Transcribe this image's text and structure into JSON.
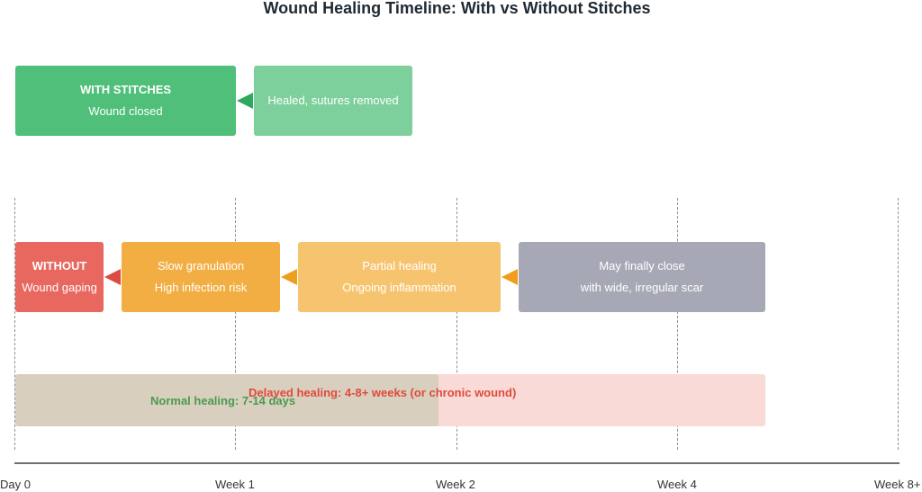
{
  "title": "Wound Healing Timeline: With vs Without Stitches",
  "with_row": {
    "start_box": {
      "title": "WITH STITCHES",
      "subtitle": "Wound closed",
      "color": "#4fbf7a"
    },
    "end_box": {
      "text": "Healed, sutures removed",
      "color": "#7dcf9c"
    },
    "arrow_color": "#2ea85c"
  },
  "without_row": {
    "start_box": {
      "title": "WITHOUT",
      "subtitle": "Wound gaping",
      "color": "#e8685f"
    },
    "box2": {
      "line1": "Slow granulation",
      "line2": "High infection risk",
      "color": "#f2ae42"
    },
    "box3": {
      "line1": "Partial healing",
      "line2": "Ongoing inflammation",
      "color": "#f6c46f"
    },
    "box4": {
      "line1": "May finally close",
      "line2": "with wide, irregular scar",
      "color": "#a6a9b5"
    },
    "arrow_colors": [
      "#dd4a3f",
      "#ef9d1c",
      "#ef9d1c"
    ]
  },
  "bands": {
    "delayed": {
      "label": "Delayed healing: 4-8+ weeks (or chronic wound)",
      "color": "#f9dad6",
      "text_color": "#e04a3c"
    },
    "normal": {
      "label": "Normal healing: 7-14 days",
      "color": "#d9cfbf",
      "text_color": "#4a9a50"
    }
  },
  "axis_ticks": [
    "Day 0",
    "Week 1",
    "Week 2",
    "Week 4",
    "Week 8+"
  ]
}
